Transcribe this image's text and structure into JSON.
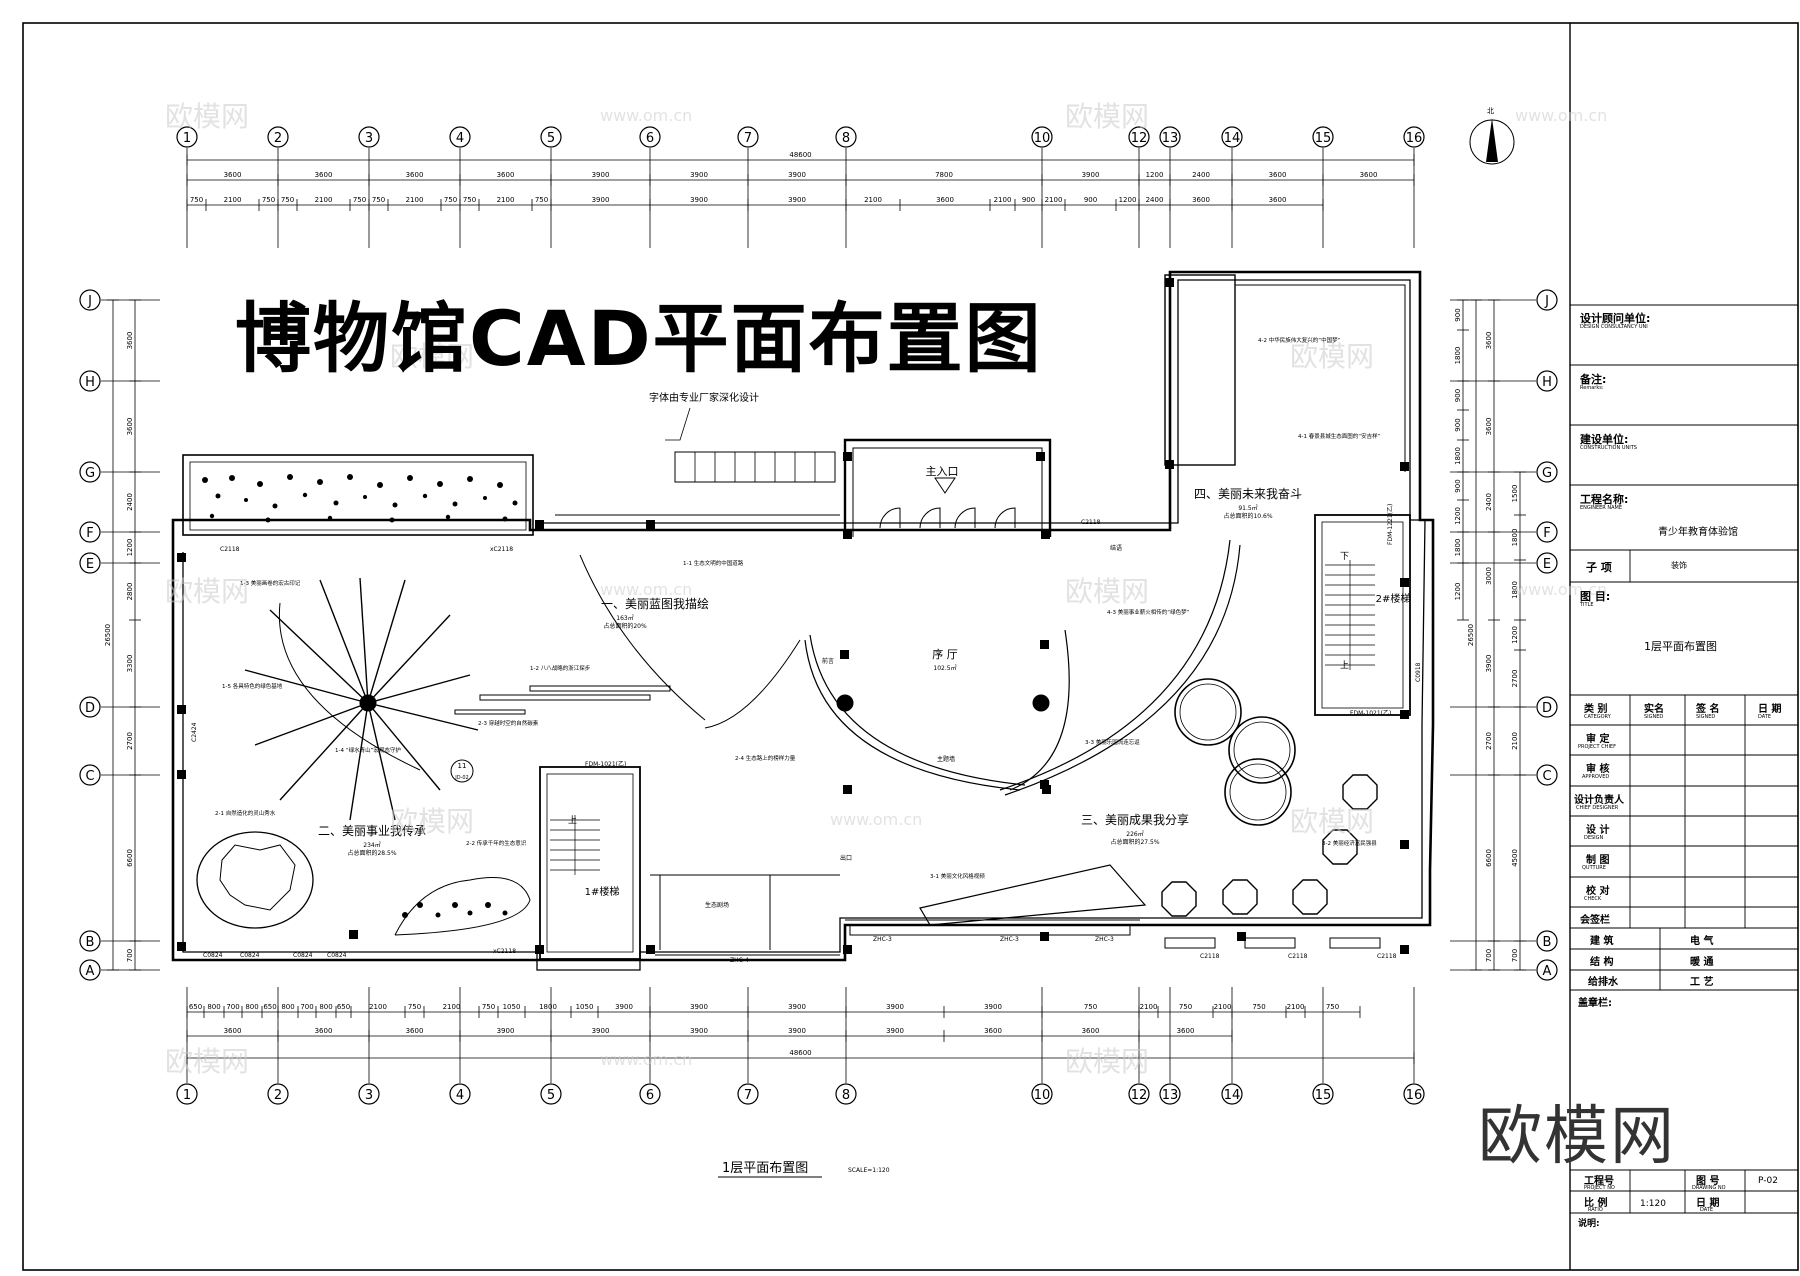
{
  "title": "博物馆CAD平面布置图",
  "font_note": "字体由专业厂家深化设计",
  "logo": "欧模网",
  "watermark": {
    "text": "欧模网",
    "url": "www.om.cn",
    "tag": "欧模网"
  },
  "grid": {
    "columns": [
      "1",
      "2",
      "3",
      "4",
      "5",
      "6",
      "7",
      "8",
      "10",
      "12",
      "13",
      "14",
      "15",
      "16"
    ],
    "rows": [
      "J",
      "H",
      "G",
      "F",
      "E",
      "D",
      "C",
      "B",
      "A"
    ]
  },
  "dims": {
    "top_total": "48600",
    "top_row1": [
      "3600",
      "3600",
      "3600",
      "3600",
      "3900",
      "3900",
      "3900",
      "7800",
      "3900",
      "1200",
      "2400",
      "3600",
      "3600"
    ],
    "top_row2": [
      "750",
      "2100",
      "750",
      "750",
      "2100",
      "750",
      "750",
      "2100",
      "750",
      "750",
      "2100",
      "750",
      "3900",
      "3900",
      "3900",
      "2100",
      "3600",
      "2100",
      "900",
      "2100",
      "900",
      "1200",
      "2400",
      "3600",
      "3600"
    ],
    "bottom_row1": [
      "650",
      "800",
      "700",
      "800",
      "650",
      "800",
      "700",
      "800",
      "650",
      "2100",
      "750",
      "2100",
      "750",
      "1050",
      "1800",
      "1050",
      "3900",
      "3900",
      "3900",
      "3900",
      "3900",
      "750",
      "2100",
      "750",
      "2100",
      "750",
      "2100",
      "750"
    ],
    "bottom_row2": [
      "3600",
      "3600",
      "3600",
      "3900",
      "3900",
      "3900",
      "3900",
      "3900",
      "3600",
      "3600",
      "3600"
    ],
    "bottom_total": "48600",
    "left_total": "26500",
    "left": [
      "3600",
      "3600",
      "2400",
      "1200",
      "2800",
      "3300",
      "2700",
      "6600",
      "700"
    ],
    "right_total": "26500",
    "right_a": [
      "900",
      "1800",
      "900",
      "900",
      "1800",
      "900",
      "1200",
      "1800",
      "1200"
    ],
    "right_b": [
      "3600",
      "3600",
      "2400",
      "3000",
      "3900",
      "2700",
      "6600",
      "700"
    ],
    "right_c": [
      "1500",
      "1800",
      "1800",
      "1200",
      "2700",
      "2100",
      "4500",
      "700"
    ]
  },
  "zones": [
    {
      "title": "一、美丽蓝图我描绘",
      "area": "163㎡",
      "pct": "占总面积的20%"
    },
    {
      "title": "二、美丽事业我传承",
      "area": "234㎡",
      "pct": "占总面积的28.5%"
    },
    {
      "title": "三、美丽成果我分享",
      "area": "226㎡",
      "pct": "占总面积的27.5%"
    },
    {
      "title": "四、美丽未来我奋斗",
      "area": "91.5㎡",
      "pct": "占总面积的10.6%"
    },
    {
      "title": "序 厅",
      "area": "102.5㎡",
      "pct": ""
    }
  ],
  "labels": {
    "main_entrance": "主入口",
    "stair1": "1#楼梯",
    "stair2": "2#楼梯",
    "up": "上",
    "down": "下",
    "preface": "前言",
    "theme_wall": "主题墙",
    "eco_theatre": "生态剧场",
    "conclusion": "结语",
    "exit_label": "出口",
    "ref_bubble": "11",
    "ref_sheet": "JD-02"
  },
  "exhibits": [
    "1-1 生态文明的中国道路",
    "1-2 八八战略的浙江探步",
    "1-3 美丽画卷的宏古印记",
    "1-4 “绿水青山”宏观态守护",
    "1-5 各具特色的绿色基地",
    "2-1 自然造化的灵山秀水",
    "2-2 传承千年的生态意识",
    "2-3 穿越时空的自然碳素",
    "2-4 生态路上的榜样力量",
    "3-1 美丽文化风格视频",
    "3-2 美丽经济富民强县",
    "3-3 美丽乐园流连忘返",
    "4-1 春景县城生态面图的“安吉样”",
    "4-2 中华民族伟大复兴的“中国梦”",
    "4-3 美丽事业薪火相传的“绿色梦”"
  ],
  "door_codes": [
    "C2118",
    "xC2118",
    "C2118",
    "C2424",
    "C0824",
    "C0824",
    "C0824",
    "C0824",
    "xC2118",
    "C2118",
    "C2118",
    "C2118",
    "FDM-1021(乙)",
    "FDM-1021(乙)",
    "ZHC-3",
    "ZHC-3",
    "ZHC-3",
    "ZHC-4",
    "C0918",
    "FDM-1221(乙)"
  ],
  "drawing_title": "1层平面布置图",
  "scale_note": "SCALE=1:120",
  "title_block": {
    "consultant": "设计顾问单位:",
    "consultant_en": "DESIGN CONSULTANCY UNI",
    "remarks": "备注:",
    "remarks_en": "Remarks:",
    "builder": "建设单位:",
    "builder_en": "CONSTRUCTION UNITS",
    "project": "工程名称:",
    "project_en": "ENGINEER NAME",
    "project_value": "青少年教育体验馆",
    "sub": "子 项",
    "sub_value": "装饰",
    "drawing": "图 目:",
    "drawing_en": "TITLE",
    "drawing_value": "1层平面布置图",
    "sign_headers": [
      "类 别",
      "实名",
      "签 名",
      "日 期"
    ],
    "sign_headers_en": [
      "CATEGORY",
      "SIGNED",
      "SIGNED",
      "DATE"
    ],
    "sign_rows": [
      {
        "label": "审 定",
        "en": "PROJECT CHIEF"
      },
      {
        "label": "审 核",
        "en": "APPROVED"
      },
      {
        "label": "设计负责人",
        "en": "CHIEF DESIGNER"
      },
      {
        "label": "设 计",
        "en": "DESIGN"
      },
      {
        "label": "制 图",
        "en": "QUTTURE"
      },
      {
        "label": "校 对",
        "en": "CHECK"
      }
    ],
    "sign_column": "会签栏",
    "discipline": [
      [
        "建 筑",
        "电 气"
      ],
      [
        "结 构",
        "暖 通"
      ],
      [
        "给排水",
        "工 艺"
      ]
    ],
    "seal": "盖章栏:",
    "project_no": "工程号",
    "project_no_en": "PROJECT NO",
    "drawing_no": "图 号",
    "drawing_no_en": "DRAWING NO",
    "drawing_no_value": "P-02",
    "ratio": "比 例",
    "ratio_en": "RATIO",
    "ratio_value": "1:120",
    "date": "日 期",
    "date_en": "DATE",
    "note": "说明:"
  }
}
